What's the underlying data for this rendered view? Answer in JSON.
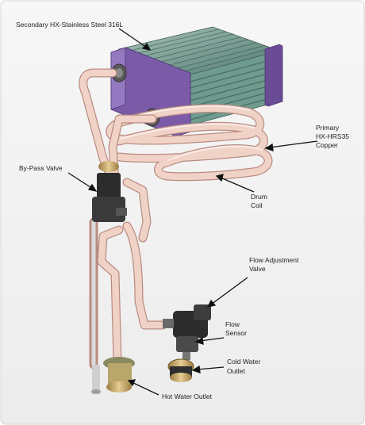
{
  "labels": {
    "secondary_hx": "Secondary HX-Stainless Steel 316L",
    "primary_line1": "Primary",
    "primary_line2": "HX-HRS35",
    "primary_line3": "Copper",
    "bypass_valve": "By-Pass Valve",
    "drum_line1": "Drum",
    "drum_line2": "Coil",
    "flow_adj_line1": "Flow Adjustment",
    "flow_adj_line2": "Valve",
    "flow_sensor_line1": "Flow",
    "flow_sensor_line2": "Sensor",
    "cold_water_line1": "Cold Water",
    "cold_water_line2": "Outlet",
    "hot_water_outlet": "Hot Water Outlet"
  },
  "colors": {
    "background": "#f6f6f6",
    "hx_body": "#7b5aa8",
    "hx_tubes": "#5e8a7e",
    "pipe_copper": "#f1d2c6",
    "pipe_edge": "#b98c82",
    "valve_dark": "#2c2c2c",
    "brass": "#c9a86a"
  }
}
